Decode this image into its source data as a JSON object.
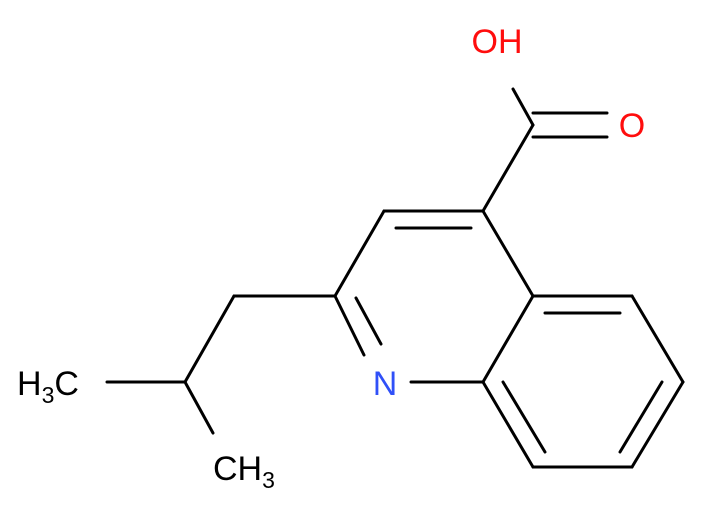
{
  "atoms": {
    "hydroxyl": "OH",
    "carbonyl_oxygen": "O",
    "ring_nitrogen": "N",
    "methyl_1": {
      "main": "H",
      "sub": "3",
      "tail": "C"
    },
    "methyl_2": {
      "main": "CH",
      "sub": "3"
    }
  },
  "colors": {
    "bond": "#000000",
    "oxygen": "#ff0d0d",
    "nitrogen": "#3050f8",
    "carbon": "#000000",
    "background": "#ffffff"
  }
}
